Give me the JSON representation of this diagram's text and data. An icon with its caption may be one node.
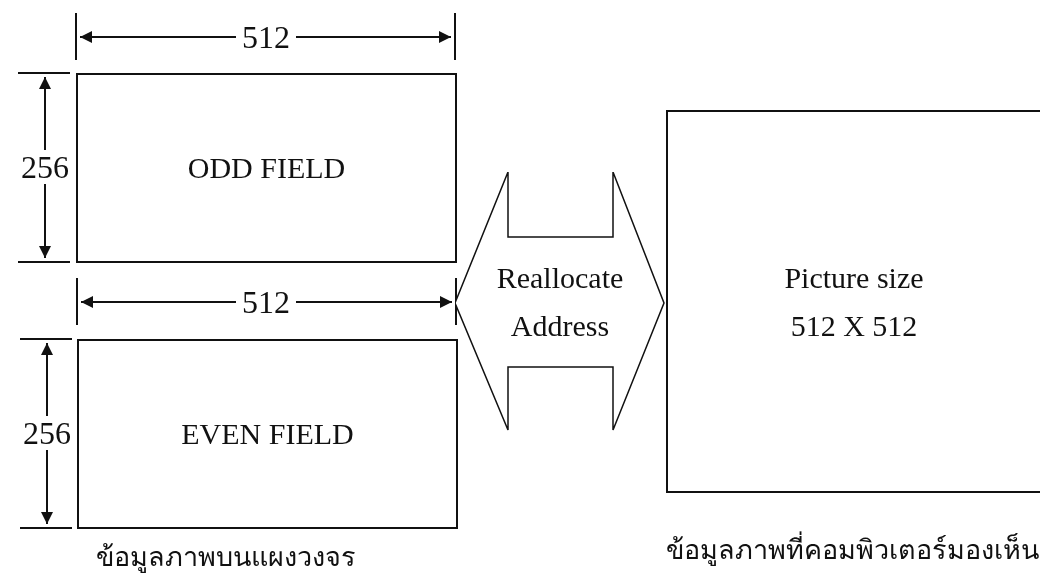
{
  "diagram": {
    "nodes": [
      {
        "text": [
          "ODD FIELD"
        ]
      },
      {
        "text": [
          "EVEN FIELD"
        ],
        "beside": [
          "ข้อมูลภาพบนแผงวงจร"
        ]
      },
      {
        "text": [
          "Reallocate Address"
        ]
      },
      {
        "text": [
          "Picture size 512 X 512"
        ],
        "beside": [
          "ข้อมูลภาพที่คอมพิวเตอร์มองเห็น"
        ]
      }
    ],
    "labels": [
      "512",
      "256",
      "512",
      "256"
    ]
  }
}
